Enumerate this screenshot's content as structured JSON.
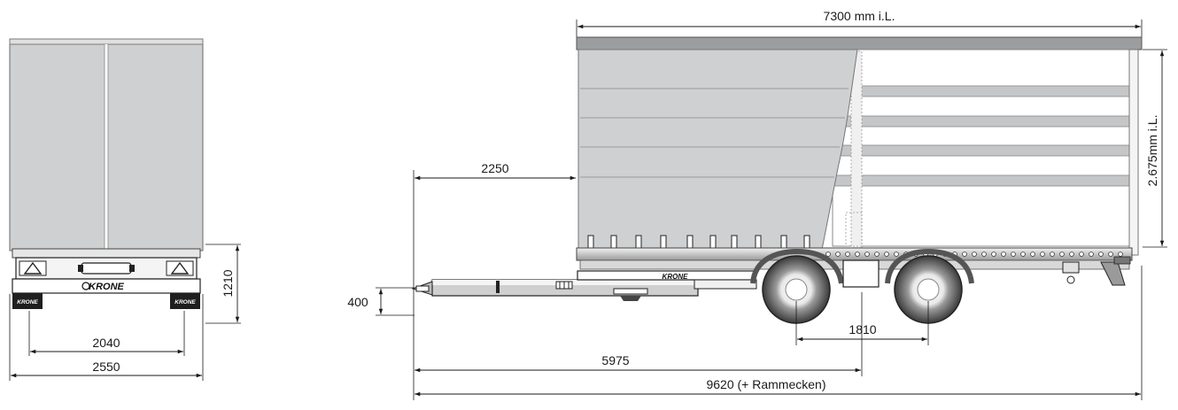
{
  "front_view": {
    "dim_wheel_track": "2040",
    "dim_overall_width": "2550",
    "dim_floor_height": "1210",
    "brand_logo": "KRONE",
    "bumper_badge_left": "KRONE",
    "bumper_badge_right": "KRONE"
  },
  "side_view": {
    "dim_inner_length": "7300 mm i.L.",
    "dim_inner_height": "2.675mm i.L.",
    "dim_drawbar_length": "2250",
    "dim_coupling_height": "400",
    "dim_axle_spacing": "1810",
    "dim_coupling_to_axle": "5975",
    "dim_overall_length": "9620 (+ Rammecken)",
    "drawbar_logo": "KRONE"
  },
  "colors": {
    "curtain": "#cfd0d1",
    "curtain_stripe": "#b8b9bb",
    "roof": "#9c9d9f",
    "line": "#1a1a1a",
    "panel_dark": "#2b2b2b"
  }
}
